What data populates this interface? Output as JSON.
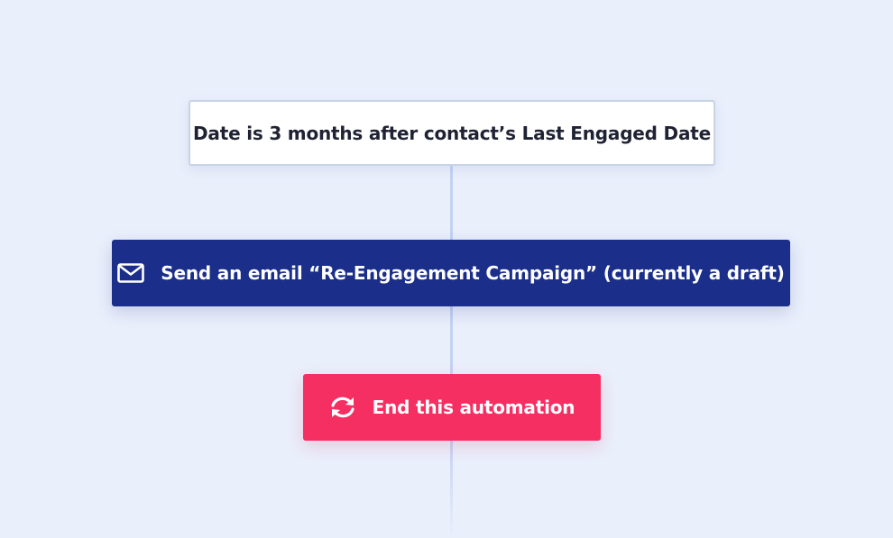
{
  "flow": {
    "trigger": {
      "label": "Date is 3 months after contact’s Last Engaged Date"
    },
    "email_step": {
      "label": "Send an email “Re-Engagement Campaign” (currently a draft)",
      "icon": "envelope-icon"
    },
    "end_step": {
      "label": "End this automation",
      "icon": "refresh-icon"
    }
  },
  "colors": {
    "background": "#e9effb",
    "connector": "#c3d2f2",
    "email_step": "#1b2f8a",
    "end_step": "#f62f63",
    "trigger_border": "#c9d3e6"
  }
}
